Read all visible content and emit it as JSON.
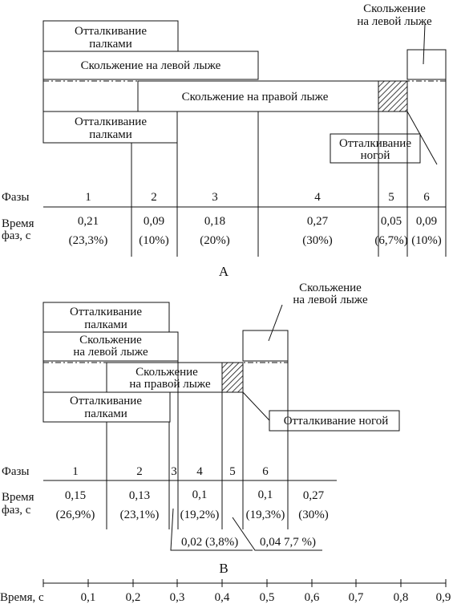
{
  "diagram_a": {
    "title": "А",
    "pole_push_top": [
      "Отталкивание",
      "палками"
    ],
    "glide_left": "Скольжение на левой лыже",
    "glide_left_top_right": [
      "Скольжение",
      "на левой лыже"
    ],
    "glide_right": "Скольжение на правой лыже",
    "pole_push_bottom": [
      "Отталкивание",
      "палками"
    ],
    "leg_push": [
      "Отталкивание",
      "ногой"
    ],
    "phases_label": "Фазы",
    "time_label": [
      "Время",
      "фаз, с"
    ],
    "phases": [
      "1",
      "2",
      "3",
      "4",
      "5",
      "6"
    ],
    "times": [
      "0,21",
      "0,09",
      "0,18",
      "0,27",
      "0,05",
      "0,09"
    ],
    "percents": [
      "(23,3%)",
      "(10%)",
      "(20%)",
      "(30%)",
      "(6,7%)",
      "(10%)"
    ]
  },
  "diagram_b": {
    "title": "В",
    "glide_left_top_right": [
      "Скольжение",
      "на левой лыже"
    ],
    "pole_push_top": [
      "Отталкивание",
      "палками"
    ],
    "glide_left": [
      "Скольжение",
      "на левой лыже"
    ],
    "glide_right": [
      "Скольжение",
      "на правой лыже"
    ],
    "pole_push_bottom": [
      "Отталкивание",
      "палками"
    ],
    "leg_push": "Отталкивание ногой",
    "phases_label": "Фазы",
    "time_label": [
      "Время",
      "фаз, с"
    ],
    "phases": [
      "1",
      "2",
      "3",
      "4",
      "5",
      "6"
    ],
    "times": [
      "0,15",
      "0,13",
      "0,1",
      "0,1",
      "0,27"
    ],
    "percents": [
      "(26,9%)",
      "(23,1%)",
      "(19,2%)",
      "(19,3%)",
      "(30%)"
    ],
    "note_phase3": "0,02 (3,8%)",
    "note_phase5": "0,04 7,7 %)"
  },
  "axis": {
    "label": "Время, с",
    "ticks": [
      "0,1",
      "0,2",
      "0,3",
      "0,4",
      "0,5",
      "0,6",
      "0,7",
      "0,8",
      "0,9"
    ]
  }
}
